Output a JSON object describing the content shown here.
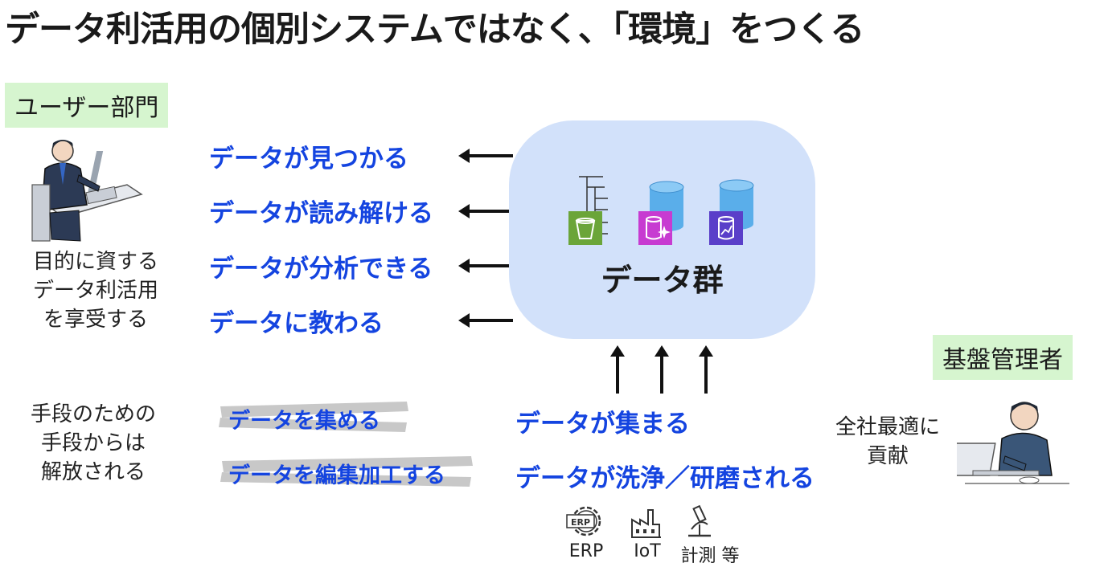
{
  "title": "データ利活用の個別システムではなく、「環境」をつくる",
  "user_dept": {
    "tag": "ユーザー部門",
    "desc_lines": [
      "目的に資する",
      "データ利活用",
      "を享受する"
    ]
  },
  "benefits": [
    "データが見つかる",
    "データが読み解ける",
    "データが分析できる",
    "データに教わる"
  ],
  "data_group": {
    "label": "データ群",
    "icons": [
      "s3-bucket-icon",
      "ai-database-icon",
      "analytics-database-icon"
    ]
  },
  "means": {
    "desc_lines": [
      "手段のための",
      "手段からは",
      "解放される"
    ],
    "struck": [
      "データを集める",
      "データを編集加工する"
    ],
    "new": [
      "データが集まる",
      "データが洗浄／研磨される"
    ]
  },
  "admin": {
    "tag": "基盤管理者",
    "desc_lines": [
      "全社最適に",
      "貢献"
    ]
  },
  "sources": [
    {
      "icon": "erp-gear-icon",
      "label": "ERP"
    },
    {
      "icon": "factory-icon",
      "label": "IoT"
    },
    {
      "icon": "microscope-icon",
      "label": "計測 等"
    }
  ],
  "colors": {
    "accent_blue": "#1444e0",
    "tag_green": "#d6f5cf",
    "cloud_blue": "#d2e1fa"
  }
}
